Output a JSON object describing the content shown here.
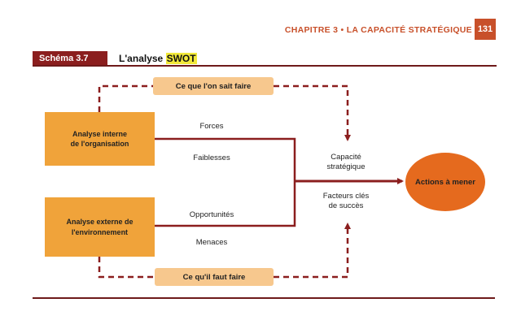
{
  "header": {
    "chapter": "CHAPITRE 3 • LA CAPACITÉ STRATÉGIQUE",
    "page_number": "131"
  },
  "figure": {
    "badge": "Schéma 3.7",
    "title_prefix": "L'analyse ",
    "title_highlight": "SWOT"
  },
  "diagram": {
    "top_pill": "Ce que l'on sait faire",
    "bottom_pill": "Ce qu'il faut faire",
    "internal_box": "Analyse interne\nde l'organisation",
    "external_box": "Analyse externe de\nl'environnement",
    "labels": {
      "forces": "Forces",
      "faiblesses": "Faiblesses",
      "opportunites": "Opportunités",
      "menaces": "Menaces",
      "capacite": "Capacité\nstratégique",
      "facteurs": "Facteurs clés\nde succès"
    },
    "result": "Actions à mener"
  },
  "colors": {
    "accent": "#c8502a",
    "dark_red": "#8b1e1e",
    "box_orange": "#f0a33a",
    "pill_peach": "#f7c88e",
    "ellipse_orange": "#e56a1e",
    "highlight": "#f2e93a"
  }
}
